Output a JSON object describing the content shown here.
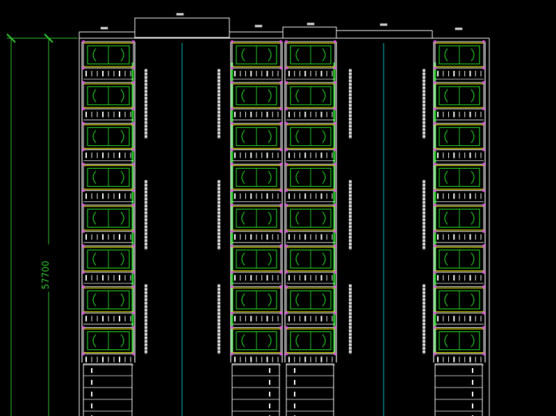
{
  "drawing": {
    "background": "#000000",
    "colors": {
      "outline": "#ffffff",
      "dimension": "#33cc33",
      "center_line": "#00c8c8",
      "module_detail": "#22cc22",
      "accent": "#e0e000",
      "node": "#dd55dd"
    },
    "dimension": {
      "label": "57700"
    },
    "top_labels": [],
    "stack_rows": 8,
    "lower_rows": 5
  }
}
